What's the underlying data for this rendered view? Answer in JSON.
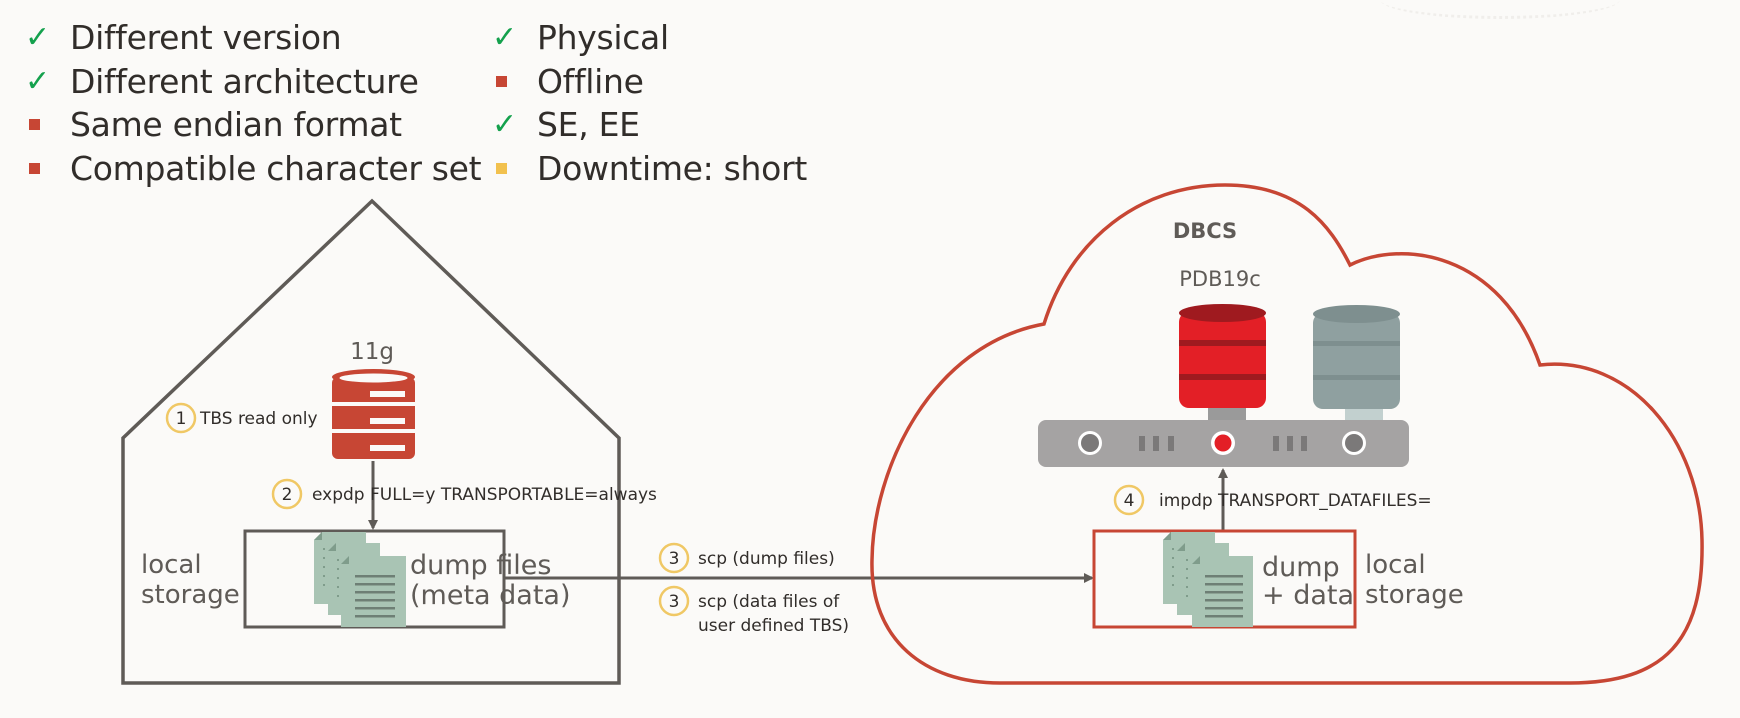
{
  "checklist_left": [
    {
      "status": "check",
      "icon": "check-icon",
      "label": "Different version"
    },
    {
      "status": "check",
      "icon": "check-icon",
      "label": "Different architecture"
    },
    {
      "status": "requirement",
      "icon": "red-square-bullet-icon",
      "label": "Same endian format"
    },
    {
      "status": "requirement",
      "icon": "red-square-bullet-icon",
      "label": "Compatible character set"
    }
  ],
  "checklist_right": [
    {
      "status": "check",
      "icon": "check-icon",
      "label": "Physical"
    },
    {
      "status": "requirement",
      "icon": "red-square-bullet-icon",
      "label": "Offline"
    },
    {
      "status": "check",
      "icon": "check-icon",
      "label": "SE, EE"
    },
    {
      "status": "warning",
      "icon": "yellow-square-bullet-icon",
      "label": "Downtime: short"
    }
  ],
  "source": {
    "db_version": "11g",
    "storage_label_line1": "local",
    "storage_label_line2": "storage",
    "files_label_line1": "dump files",
    "files_label_line2": "(meta data)"
  },
  "target": {
    "cloud_title": "DBCS",
    "pdb_label": "PDB19c",
    "files_label_line1": "dump",
    "files_label_line2": "+ data",
    "storage_label_line1": "local",
    "storage_label_line2": "storage"
  },
  "steps": [
    {
      "number": "1",
      "text": "TBS read only"
    },
    {
      "number": "2",
      "text": "expdp FULL=y TRANSPORTABLE=always"
    },
    {
      "number": "3",
      "text": "scp (dump files)"
    },
    {
      "number": "3",
      "text_line1": "scp (data files of",
      "text_line2": "user defined TBS)"
    },
    {
      "number": "4",
      "text": "impdp TRANSPORT_DATAFILES="
    }
  ],
  "colors": {
    "check": "#14a14d",
    "requirement": "#c74634",
    "warning": "#f2c14e",
    "cloud_outline": "#c74634",
    "house_outline": "#5f5b57",
    "step_circle": "#f0c865",
    "db_red": "#e31f26",
    "db_grey": "#8fa0a0",
    "files_green": "#a9c4b4"
  }
}
